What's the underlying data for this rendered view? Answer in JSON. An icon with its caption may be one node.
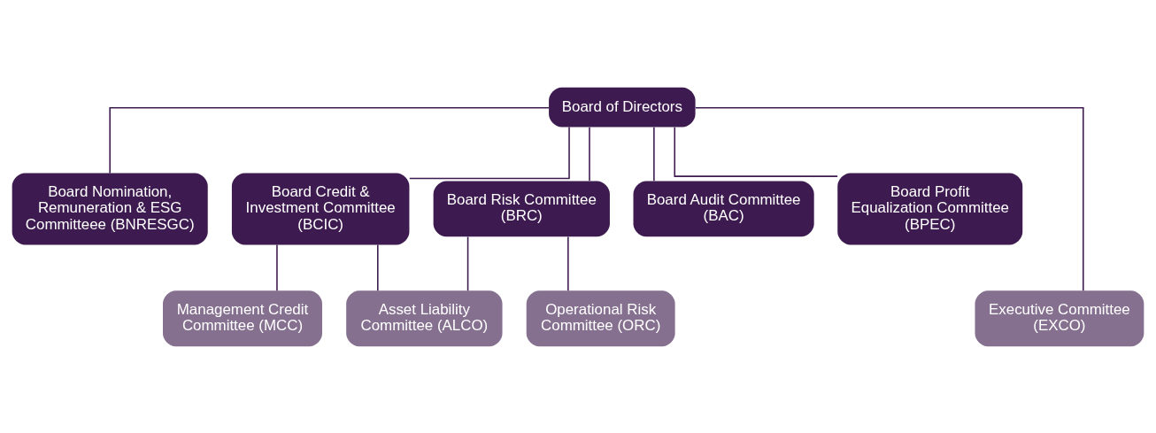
{
  "diagram": {
    "nodes": [
      {
        "text": [
          "Board of Directors"
        ]
      },
      {
        "text": [
          "Board Nomination, Remuneration & ESG Committeee (BNRESGC)"
        ]
      },
      {
        "text": [
          "Board Credit & Investment Committee (BCIC)"
        ]
      },
      {
        "text": [
          "Board Risk Committee (BRC)"
        ]
      },
      {
        "text": [
          "Board Audit Committee (BAC)"
        ]
      },
      {
        "text": [
          "Board Profit Equalization Committee (BPEC)"
        ]
      },
      {
        "text": [
          "Management Credit Committee (MCC)"
        ]
      },
      {
        "text": [
          "Asset Liability Committee (ALCO)"
        ]
      },
      {
        "text": [
          "Operational Risk Committee (ORC)"
        ]
      },
      {
        "text": [
          "Executive Committee (EXCO)"
        ]
      }
    ],
    "edges": [
      {
        "from": 0,
        "to": 1,
        "arrow": "none"
      },
      {
        "from": 0,
        "to": 2,
        "arrow": "none"
      },
      {
        "from": 0,
        "to": 3,
        "arrow": "none"
      },
      {
        "from": 0,
        "to": 4,
        "arrow": "none"
      },
      {
        "from": 0,
        "to": 5,
        "arrow": "none"
      },
      {
        "from": 0,
        "to": 9,
        "arrow": "none"
      },
      {
        "from": 2,
        "to": 6,
        "arrow": "none"
      },
      {
        "from": 2,
        "to": 7,
        "arrow": "none"
      },
      {
        "from": 3,
        "to": 7,
        "arrow": "none"
      },
      {
        "from": 3,
        "to": 8,
        "arrow": "none"
      }
    ]
  }
}
